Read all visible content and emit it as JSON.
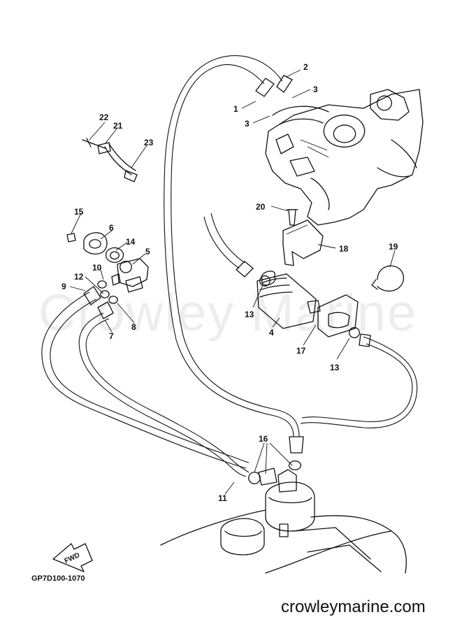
{
  "diagram": {
    "drawing_code": "GP7D100-1070",
    "watermark": "Crowley Marine",
    "website": "crowleymarine.com",
    "fwd_label": "FWD",
    "callouts": [
      "1",
      "2",
      "3",
      "3",
      "4",
      "5",
      "6",
      "7",
      "8",
      "9",
      "10",
      "11",
      "12",
      "13",
      "13",
      "14",
      "15",
      "16",
      "17",
      "18",
      "19",
      "20",
      "21",
      "22",
      "23"
    ]
  }
}
